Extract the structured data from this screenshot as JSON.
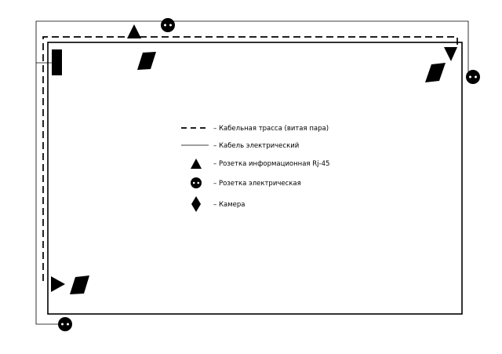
{
  "legend": {
    "items": [
      {
        "symbol": "dashed-line",
        "text": "– Кабельная трасса (витая пара)"
      },
      {
        "symbol": "solid-line",
        "text": "– Кабель электрический"
      },
      {
        "symbol": "triangle",
        "text": "– Розетка информационная Rj-45"
      },
      {
        "symbol": "socket",
        "text": "– Розетка электрическая"
      },
      {
        "symbol": "diamond",
        "text": "– Камера"
      }
    ]
  },
  "colors": {
    "stroke": "#000000",
    "fill": "#000000",
    "background": "#ffffff"
  }
}
